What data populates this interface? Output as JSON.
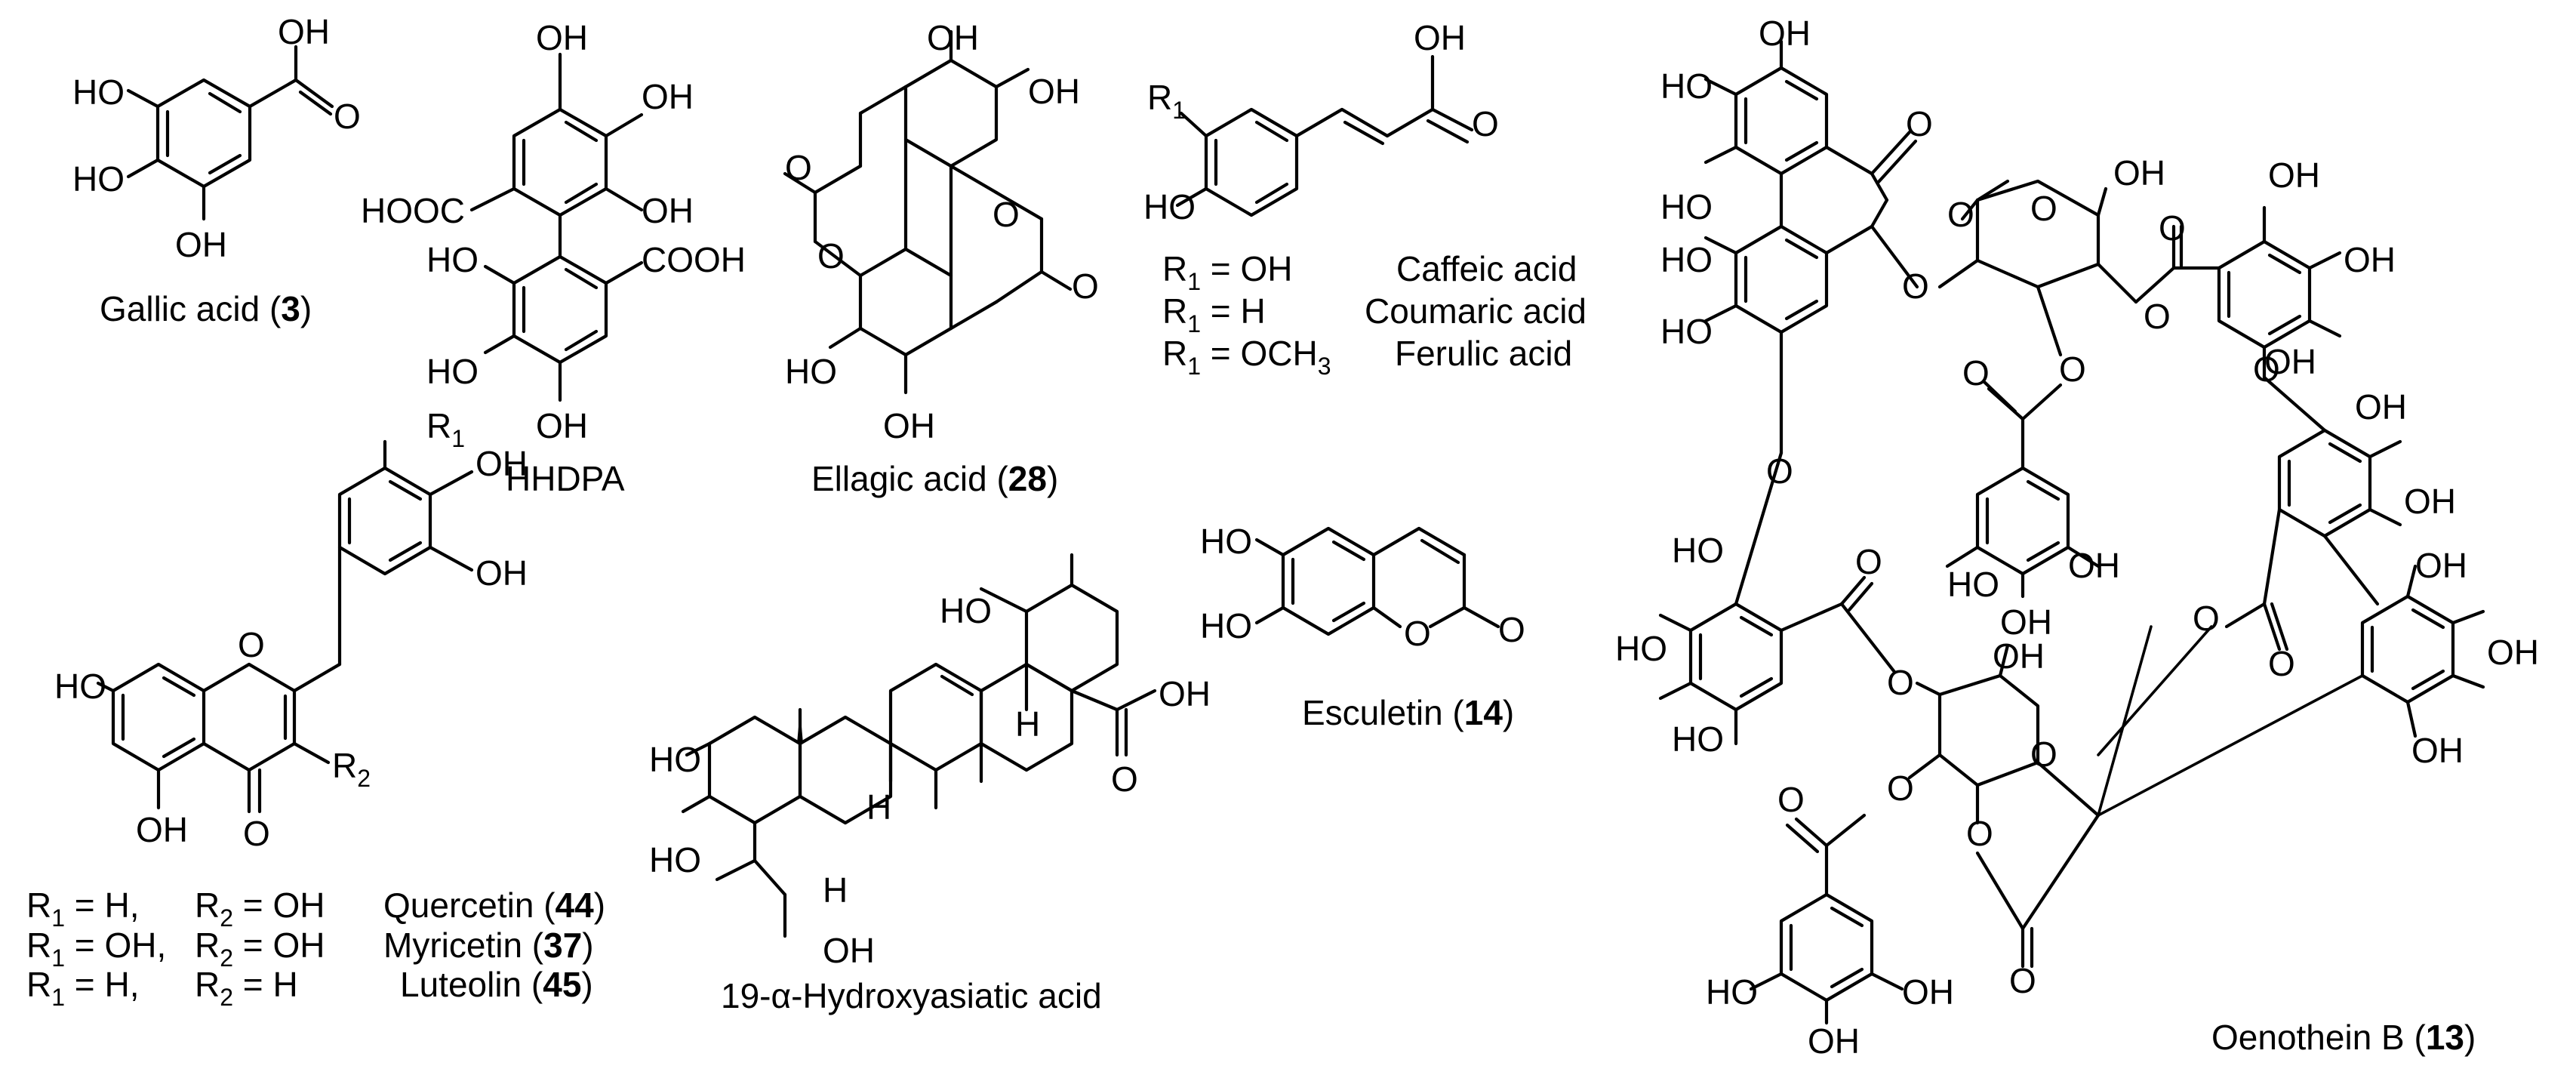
{
  "atoms": {
    "oh": "OH",
    "ho": "HO",
    "o": "O",
    "h": "H",
    "hooc": "HOOC",
    "cooh": "COOH",
    "r1": "R",
    "r2": "R",
    "sub1": "1",
    "sub2": "2"
  },
  "captions": {
    "gallic": {
      "name": "Gallic acid (",
      "num": "3",
      "close": ")"
    },
    "hhdpa": "HHDPA",
    "ellagic": {
      "name": "Ellagic acid (",
      "num": "28",
      "close": ")"
    },
    "esculetin": {
      "name": "Esculetin (",
      "num": "14",
      "close": ")"
    },
    "hydroxyasiatic": "19-α-Hydroxyasiatic acid",
    "oenothein": {
      "name": "Oenothein B (",
      "num": "13",
      "close": ")"
    }
  },
  "cinnamic_table": [
    {
      "r1": "OH",
      "name": "Caffeic acid"
    },
    {
      "r1": "H",
      "name": "Coumaric acid"
    },
    {
      "r1": "OCH",
      "r1_sub": "3",
      "name": "Ferulic acid"
    }
  ],
  "flavonoid_table": [
    {
      "r1": "H,",
      "r2": "OH",
      "name": "Quercetin (",
      "num": "44",
      "close": ")"
    },
    {
      "r1": "OH,",
      "r2": "OH",
      "name": "Myricetin (",
      "num": "37",
      "close": ")"
    },
    {
      "r1": "H,",
      "r2": "H",
      "name": "Luteolin (",
      "num": "45",
      "close": ")"
    }
  ]
}
